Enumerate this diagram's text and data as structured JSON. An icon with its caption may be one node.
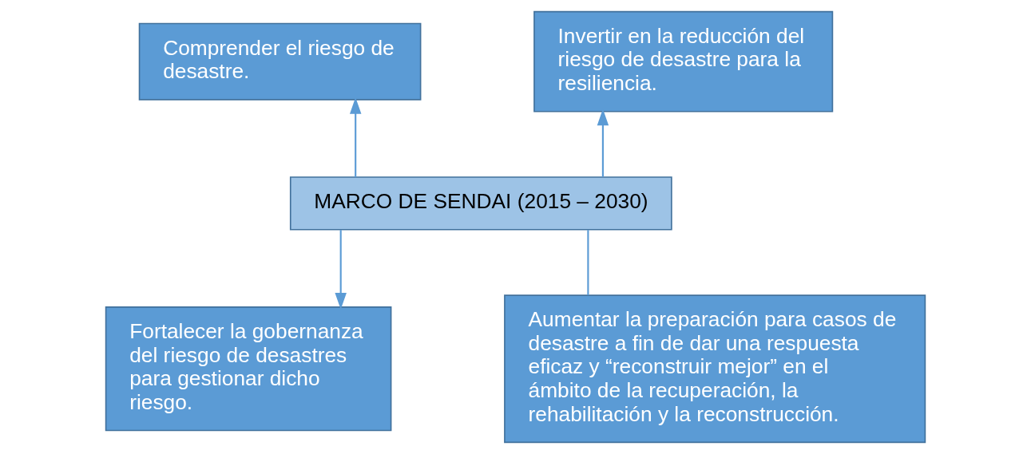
{
  "diagram": {
    "nodes": [
      {
        "text": [
          "Comprender el riesgo de desastre."
        ]
      },
      {
        "text": [
          "Invertir en la reducción del riesgo de desastre para la resiliencia."
        ]
      },
      {
        "text": [
          "MARCO DE SENDAI (2015 – 2030)"
        ]
      },
      {
        "text": [
          "Fortalecer la gobernanza del riesgo de desastres para gestionar dicho riesgo."
        ]
      },
      {
        "text": [
          "Aumentar la preparación para casos de desastre a fin de dar una respuesta eficaz y “reconstruir mejor” en el ámbito de la recuperación, la rehabilitación y la reconstrucción."
        ]
      }
    ],
    "edges": [
      {
        "from": 2,
        "to": 0,
        "arrow": "to"
      },
      {
        "from": 2,
        "to": 1,
        "arrow": "to"
      },
      {
        "from": 2,
        "to": 3,
        "arrow": "to"
      },
      {
        "from": 2,
        "to": 4,
        "arrow": "none"
      }
    ]
  }
}
